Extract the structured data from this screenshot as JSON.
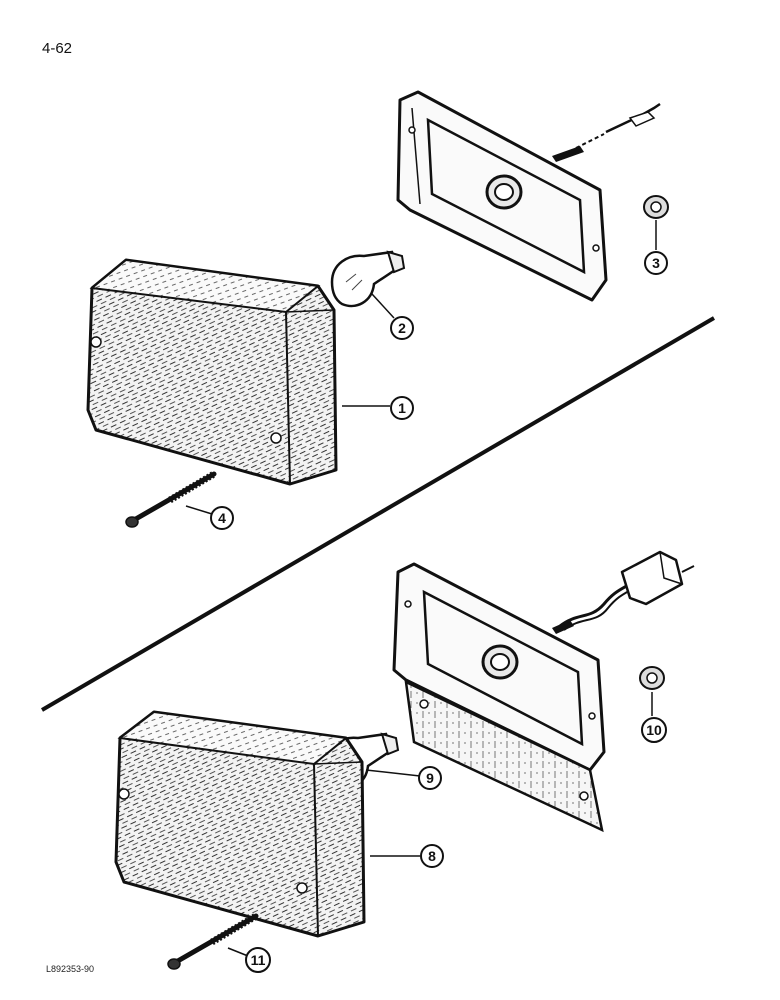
{
  "page": {
    "number": "4-62",
    "figure_id": "L892353-90"
  },
  "callouts": [
    {
      "id": "callout-1",
      "label": "1"
    },
    {
      "id": "callout-2",
      "label": "2"
    },
    {
      "id": "callout-3",
      "label": "3"
    },
    {
      "id": "callout-4",
      "label": "4"
    },
    {
      "id": "callout-8",
      "label": "8"
    },
    {
      "id": "callout-9",
      "label": "9"
    },
    {
      "id": "callout-10",
      "label": "10"
    },
    {
      "id": "callout-11",
      "label": "11"
    }
  ]
}
